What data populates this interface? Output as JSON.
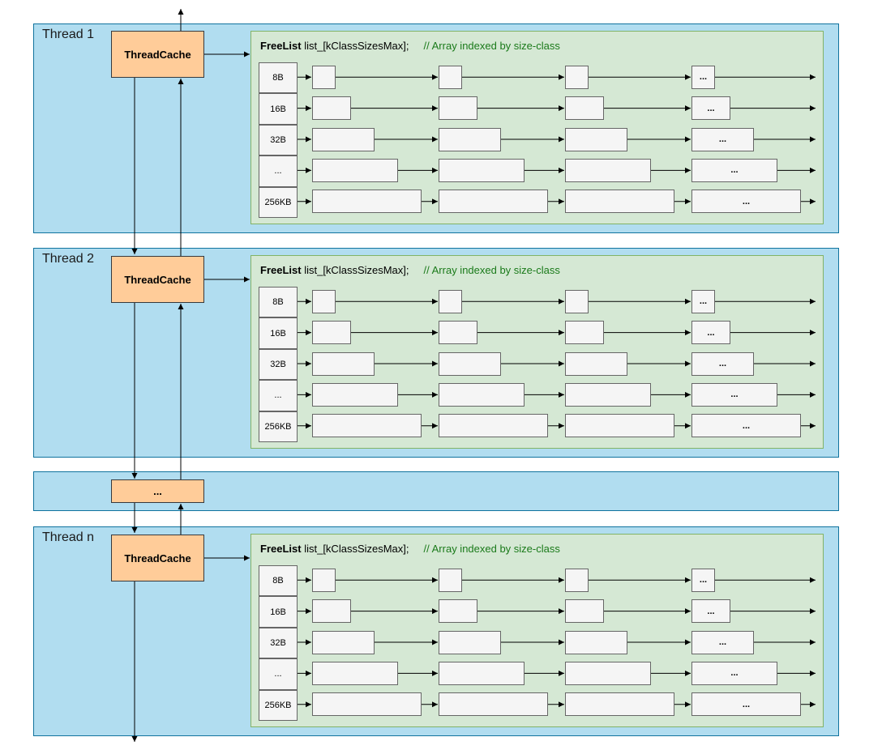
{
  "threads": [
    {
      "label": "Thread 1",
      "cache_label": "ThreadCache"
    },
    {
      "label": "Thread 2",
      "cache_label": "ThreadCache"
    },
    {
      "label": "Thread n",
      "cache_label": "ThreadCache"
    }
  ],
  "ellipsis_cache_label": "...",
  "freelist": {
    "type_label": "FreeList",
    "decl": "list_[kClassSizesMax];",
    "comment": "// Array indexed by size-class"
  },
  "size_classes": [
    "8B",
    "16B",
    "32B",
    "...",
    "256KB"
  ],
  "more_block_label": "...",
  "colors": {
    "thread_band": "#b1ddf0",
    "thread_cache": "#ffcc99",
    "freelist_panel": "#d5e8d4",
    "comment_text": "#1a7a1a"
  }
}
